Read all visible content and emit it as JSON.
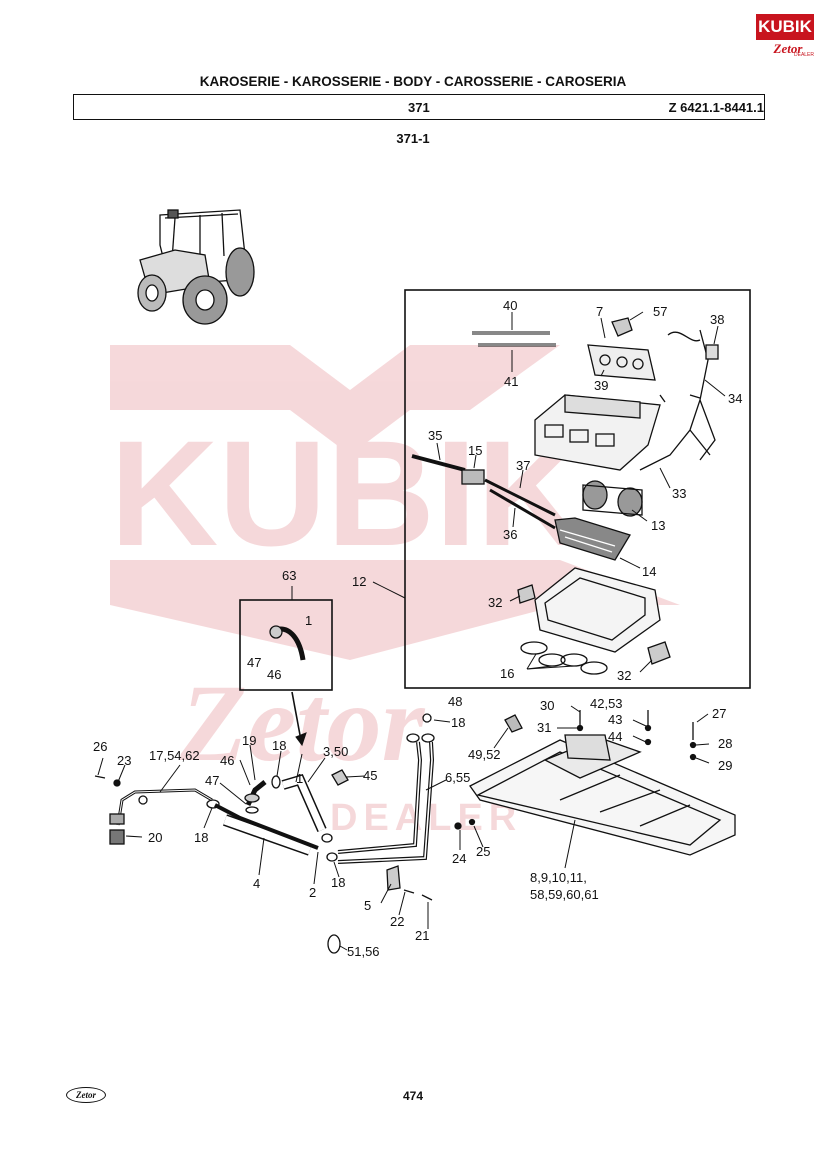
{
  "header": {
    "title": "KAROSERIE - KAROSSERIE - BODY - CAROSSERIE - CAROSERIA",
    "group": "371",
    "model": "Z 6421.1-8441.1",
    "subgroup": "371-1"
  },
  "brand": {
    "kubik": "KUBIK",
    "zetor": "Zetor",
    "dealer": "DEALER",
    "watermark_kubik": "KUBIK",
    "watermark_zetor": "Zetor",
    "watermark_dealer": "DEALER",
    "accent": "#c8141e"
  },
  "footer": {
    "logo": "Zetor",
    "page": "474"
  },
  "callouts": {
    "c40": "40",
    "c7": "7",
    "c57": "57",
    "c38": "38",
    "c41": "41",
    "c39": "39",
    "c34": "34",
    "c35": "35",
    "c15": "15",
    "c37": "37",
    "c33": "33",
    "c13": "13",
    "c36": "36",
    "c14": "14",
    "c12": "12",
    "c32a": "32",
    "c32b": "32",
    "c16": "16",
    "c63": "63",
    "c1a": "1",
    "c47a": "47",
    "c46a": "46",
    "c48": "48",
    "c18a": "18",
    "c30": "30",
    "c42": "42,53",
    "c27": "27",
    "c31": "31",
    "c43": "43",
    "c44": "44",
    "c49": "49,52",
    "c28": "28",
    "c29": "29",
    "c26": "26",
    "c23": "23",
    "c17": "17,54,62",
    "c19": "19",
    "c18b": "18",
    "c1b": "1",
    "c3": "3,50",
    "c46b": "46",
    "c47b": "47",
    "c45": "45",
    "c6": "6,55",
    "c20": "20",
    "c18c": "18",
    "c24": "24",
    "c25": "25",
    "c4": "4",
    "c2": "2",
    "c18d": "18",
    "c8": "8,9,10,11,",
    "c58": "58,59,60,61",
    "c5": "5",
    "c22": "22",
    "c21": "21",
    "c51": "51,56"
  }
}
